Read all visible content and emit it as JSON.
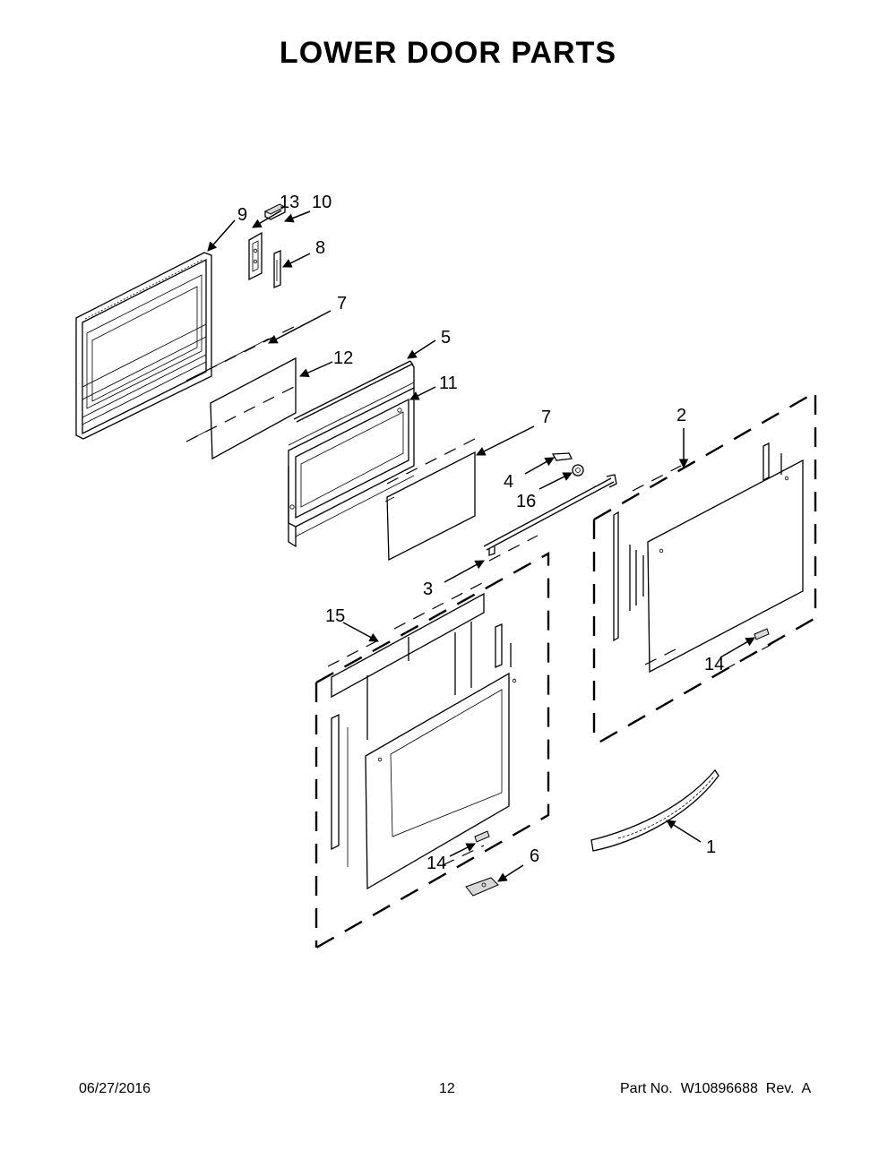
{
  "title": "LOWER DOOR PARTS",
  "footer": {
    "date": "06/27/2016",
    "page": "12",
    "part_no": "Part No.  W10896688  Rev.  A"
  },
  "callouts": {
    "c1": "1",
    "c2": "2",
    "c3": "3",
    "c4": "4",
    "c5": "5",
    "c6": "6",
    "c7a": "7",
    "c7b": "7",
    "c8": "8",
    "c9": "9",
    "c10": "10",
    "c11": "11",
    "c12": "12",
    "c13": "13",
    "c14a": "14",
    "c14b": "14",
    "c15": "15",
    "c16": "16"
  }
}
